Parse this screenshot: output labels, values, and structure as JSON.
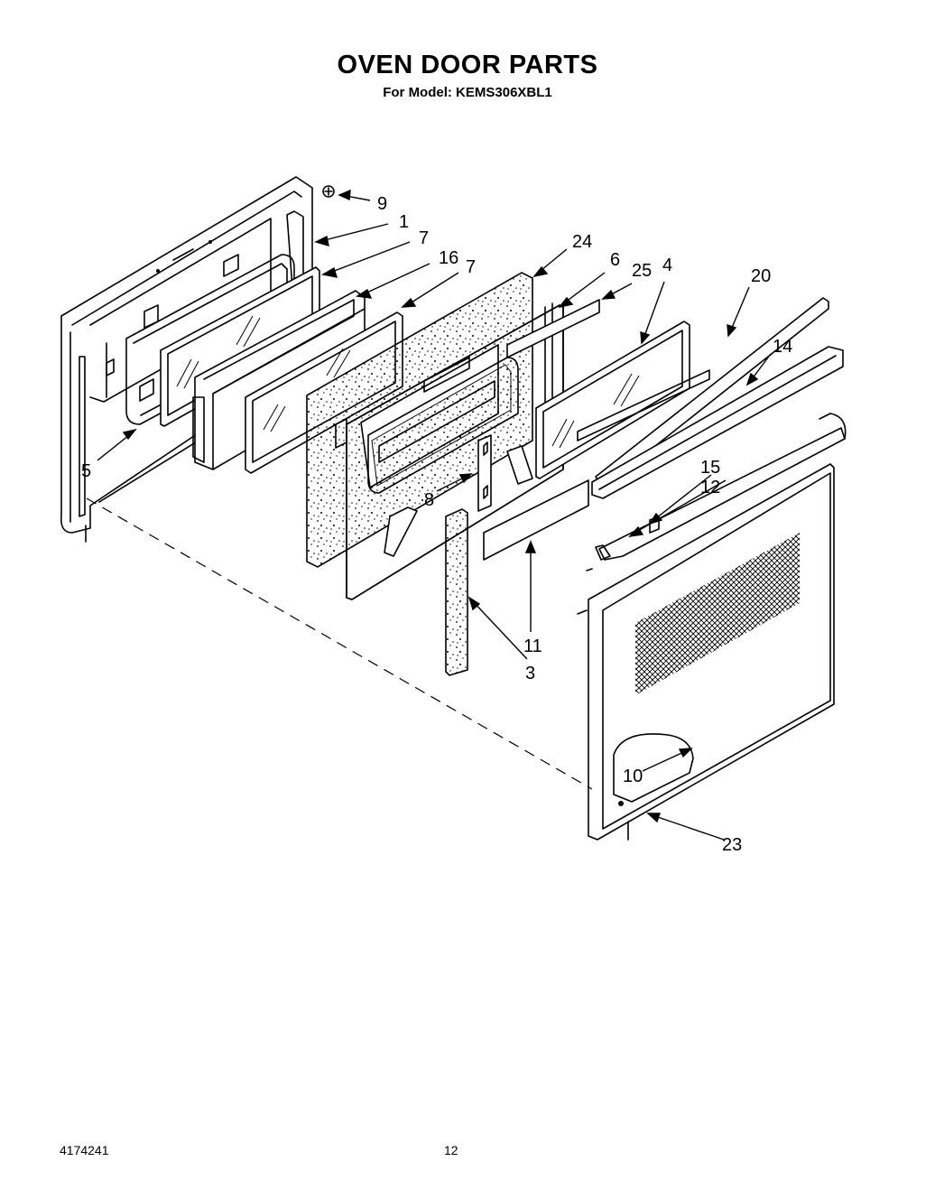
{
  "title": "OVEN DOOR PARTS",
  "subtitle": "For Model: KEMS306XBL1",
  "footer": {
    "doc_number": "4174241",
    "page_number": "12"
  },
  "callouts": {
    "c9": "9",
    "c1": "1",
    "c7a": "7",
    "c16": "16",
    "c7b": "7",
    "c24": "24",
    "c6": "6",
    "c25": "25",
    "c4": "4",
    "c20": "20",
    "c14": "14",
    "c5": "5",
    "c15": "15",
    "c12": "12",
    "c8": "8",
    "c11": "11",
    "c3": "3",
    "c10": "10",
    "c23": "23"
  }
}
